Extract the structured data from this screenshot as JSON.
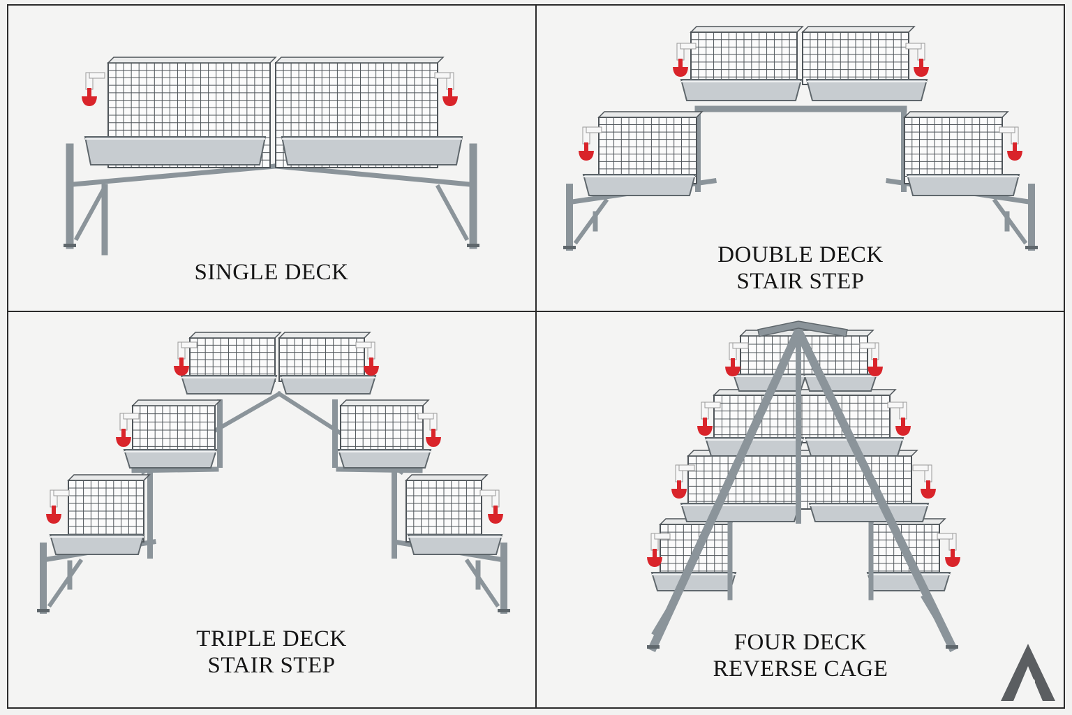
{
  "panels": {
    "single": {
      "caption_line1": "SINGLE DECK"
    },
    "double": {
      "caption_line1": "DOUBLE DECK",
      "caption_line2": "STAIR STEP"
    },
    "triple": {
      "caption_line1": "TRIPLE DECK",
      "caption_line2": "STAIR STEP"
    },
    "four": {
      "caption_line1": "FOUR DECK",
      "caption_line2": "REVERSE CAGE"
    }
  },
  "icons": {
    "cage": "wire-cage-icon",
    "trough": "feed-trough-icon",
    "drinker": "red-drinker-icon",
    "frame": "steel-frame-icon",
    "logo": "brand-logo-icon"
  },
  "colors": {
    "steel": "#8b949a",
    "steel_dark": "#5f676c",
    "wire": "#4e5459",
    "drinker_red": "#d9242a",
    "pipe_white": "#f7f7f7",
    "text": "#151515",
    "border": "#2b2b2b"
  }
}
